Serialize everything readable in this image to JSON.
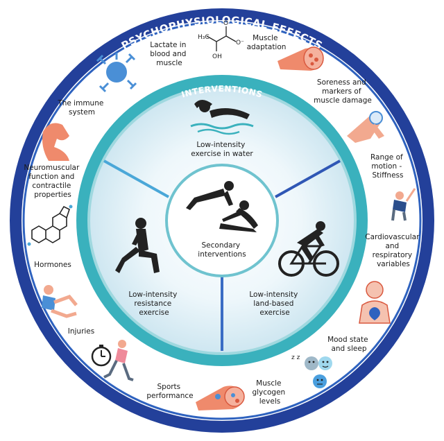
{
  "outer_title": "PSYCHOPHYSIOLOGICAL EFFECTS",
  "inner_title": "INTERVENTIONS",
  "effects": {
    "lactate": [
      "Lactate in",
      "blood and",
      "muscle"
    ],
    "muscle_adaptation": [
      "Muscle",
      "adaptation"
    ],
    "soreness": [
      "Soreness and",
      "markers of",
      "muscle damage"
    ],
    "range_of_motion": [
      "Range of",
      "motion -",
      "Stiffness"
    ],
    "cardiovascular": [
      "Cardiovascular",
      "and",
      "respiratory",
      "variables"
    ],
    "mood_sleep": [
      "Mood state",
      "and sleep"
    ],
    "muscle_glycogen": [
      "Muscle",
      "glycogen",
      "levels"
    ],
    "sports_performance": [
      "Sports",
      "performance"
    ],
    "injuries": [
      "Injuries"
    ],
    "hormones": [
      "Hormones"
    ],
    "neuromuscular": [
      "Neuromuscular",
      "function and",
      "contractile",
      "properties"
    ],
    "immune": [
      "The immune",
      "system"
    ]
  },
  "interventions": {
    "water": [
      "Low-intensity",
      "exercise in water"
    ],
    "resistance": [
      "Low-intensity",
      "resistance",
      "exercise"
    ],
    "land": [
      "Low-intensity",
      "land-based",
      "exercise"
    ],
    "secondary": [
      "Secondary",
      "interventions"
    ]
  },
  "molecule": {
    "h3c": "H₃C",
    "oh": "OH",
    "o": "O",
    "ominus": "O⁻"
  },
  "sleep_z": "z z",
  "colors": {
    "outer_ring": "#23409a",
    "ring_inner_edge": "#2e62bf",
    "teal": "#3ab1bd",
    "teal_light": "#9fd8df",
    "salmon": "#ef8a6c",
    "blue_icon": "#4a8fd6",
    "silhouette": "#222222"
  }
}
